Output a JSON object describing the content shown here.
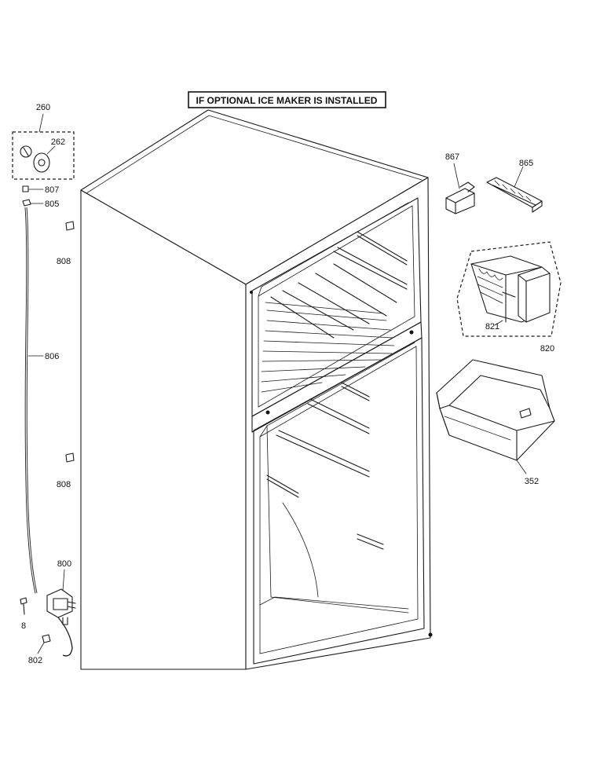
{
  "banner": "IF OPTIONAL ICE MAKER IS INSTALLED",
  "parts": {
    "p260": "260",
    "p262": "262",
    "p807": "807",
    "p805": "805",
    "p808a": "808",
    "p806": "806",
    "p808b": "808",
    "p800": "800",
    "p8": "8",
    "p802": "802",
    "p867": "867",
    "p865": "865",
    "p821": "821",
    "p820": "820",
    "p352": "352"
  }
}
